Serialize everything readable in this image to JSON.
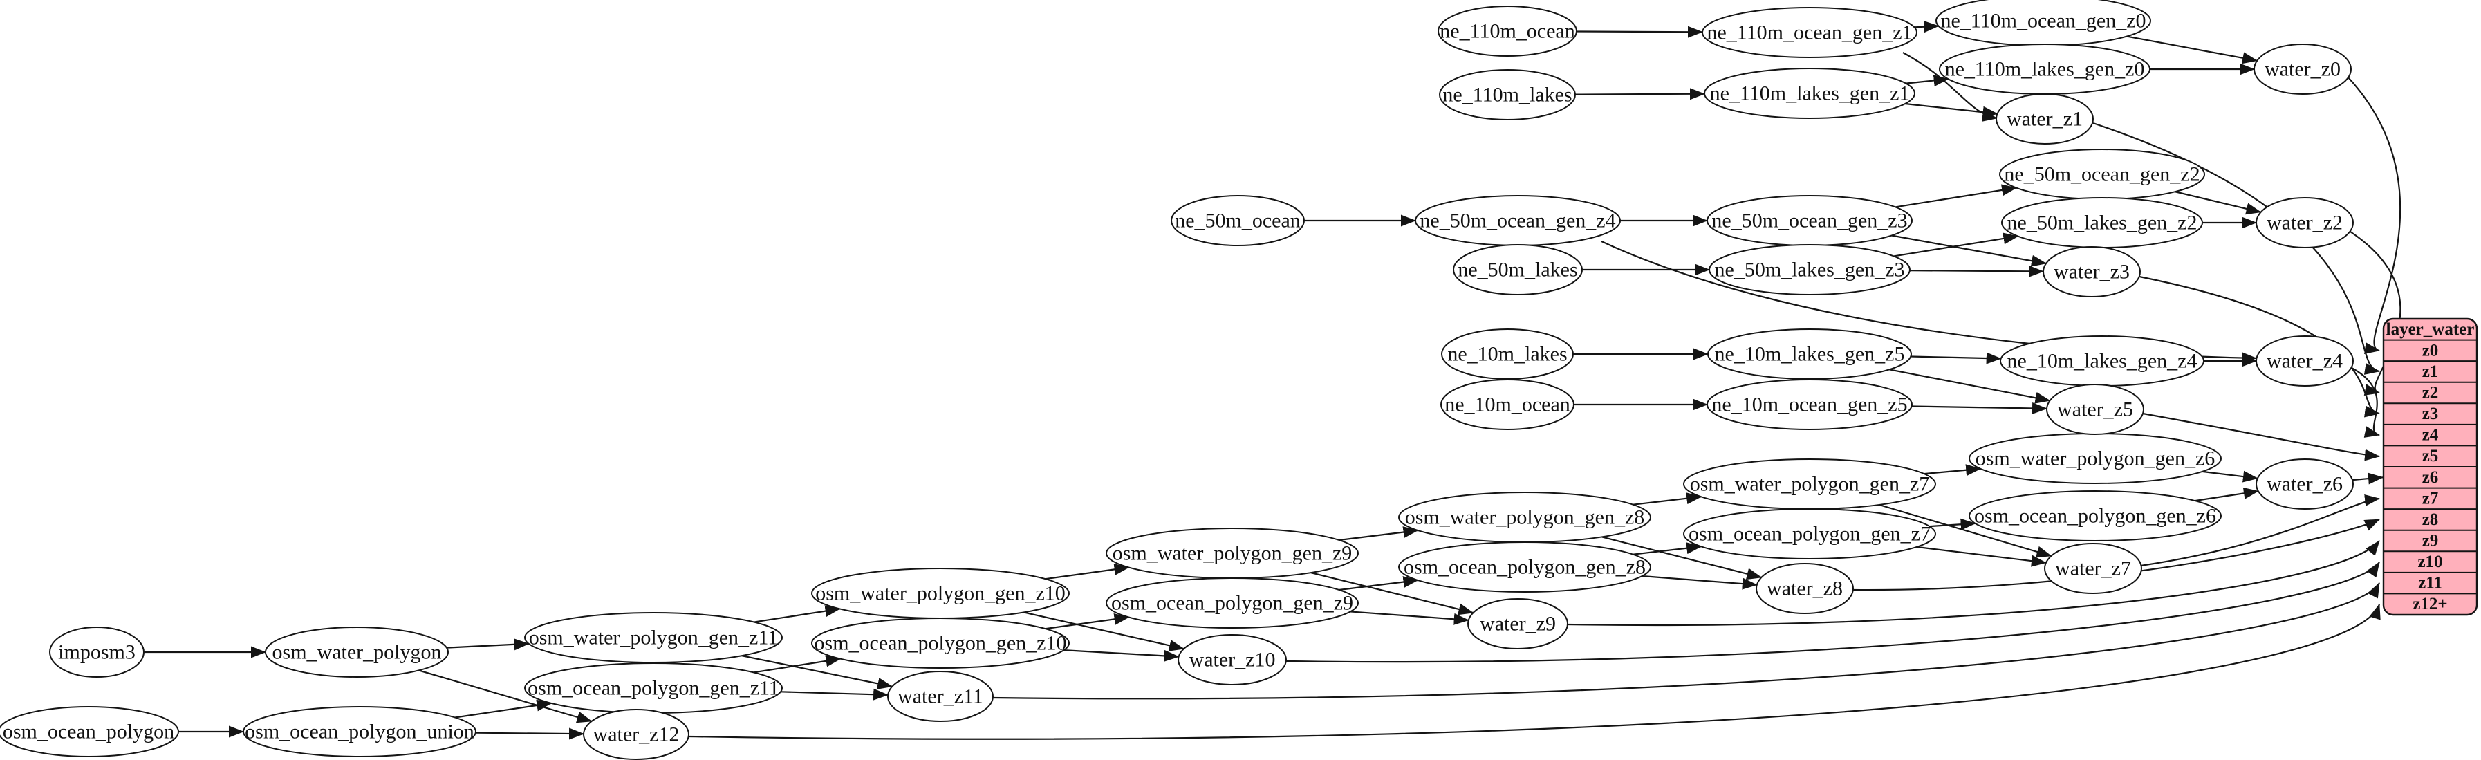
{
  "diagram": {
    "background_color": "#ffffff",
    "node_fill": "#ffffff",
    "node_stroke": "#141414",
    "edge_color": "#141414",
    "nodes": [
      {
        "id": "imposm3",
        "label": "imposm3"
      },
      {
        "id": "osm_water_polygon",
        "label": "osm_water_polygon"
      },
      {
        "id": "osm_ocean_polygon",
        "label": "osm_ocean_polygon"
      },
      {
        "id": "osm_ocean_polygon_union",
        "label": "osm_ocean_polygon_union"
      },
      {
        "id": "osm_water_polygon_gen_z11",
        "label": "osm_water_polygon_gen_z11"
      },
      {
        "id": "osm_ocean_polygon_gen_z11",
        "label": "osm_ocean_polygon_gen_z11"
      },
      {
        "id": "osm_water_polygon_gen_z10",
        "label": "osm_water_polygon_gen_z10"
      },
      {
        "id": "osm_ocean_polygon_gen_z10",
        "label": "osm_ocean_polygon_gen_z10"
      },
      {
        "id": "osm_water_polygon_gen_z9",
        "label": "osm_water_polygon_gen_z9"
      },
      {
        "id": "osm_ocean_polygon_gen_z9",
        "label": "osm_ocean_polygon_gen_z9"
      },
      {
        "id": "osm_water_polygon_gen_z8",
        "label": "osm_water_polygon_gen_z8"
      },
      {
        "id": "osm_ocean_polygon_gen_z8",
        "label": "osm_ocean_polygon_gen_z8"
      },
      {
        "id": "osm_water_polygon_gen_z7",
        "label": "osm_water_polygon_gen_z7"
      },
      {
        "id": "osm_ocean_polygon_gen_z7",
        "label": "osm_ocean_polygon_gen_z7"
      },
      {
        "id": "osm_water_polygon_gen_z6",
        "label": "osm_water_polygon_gen_z6"
      },
      {
        "id": "osm_ocean_polygon_gen_z6",
        "label": "osm_ocean_polygon_gen_z6"
      },
      {
        "id": "ne_110m_ocean",
        "label": "ne_110m_ocean"
      },
      {
        "id": "ne_110m_ocean_gen_z1",
        "label": "ne_110m_ocean_gen_z1"
      },
      {
        "id": "ne_110m_ocean_gen_z0",
        "label": "ne_110m_ocean_gen_z0"
      },
      {
        "id": "ne_110m_lakes",
        "label": "ne_110m_lakes"
      },
      {
        "id": "ne_110m_lakes_gen_z1",
        "label": "ne_110m_lakes_gen_z1"
      },
      {
        "id": "ne_110m_lakes_gen_z0",
        "label": "ne_110m_lakes_gen_z0"
      },
      {
        "id": "ne_50m_ocean",
        "label": "ne_50m_ocean"
      },
      {
        "id": "ne_50m_ocean_gen_z4",
        "label": "ne_50m_ocean_gen_z4"
      },
      {
        "id": "ne_50m_ocean_gen_z3",
        "label": "ne_50m_ocean_gen_z3"
      },
      {
        "id": "ne_50m_ocean_gen_z2",
        "label": "ne_50m_ocean_gen_z2"
      },
      {
        "id": "ne_50m_lakes",
        "label": "ne_50m_lakes"
      },
      {
        "id": "ne_50m_lakes_gen_z3",
        "label": "ne_50m_lakes_gen_z3"
      },
      {
        "id": "ne_50m_lakes_gen_z2",
        "label": "ne_50m_lakes_gen_z2"
      },
      {
        "id": "ne_10m_lakes",
        "label": "ne_10m_lakes"
      },
      {
        "id": "ne_10m_lakes_gen_z5",
        "label": "ne_10m_lakes_gen_z5"
      },
      {
        "id": "ne_10m_lakes_gen_z4",
        "label": "ne_10m_lakes_gen_z4"
      },
      {
        "id": "ne_10m_ocean",
        "label": "ne_10m_ocean"
      },
      {
        "id": "ne_10m_ocean_gen_z5",
        "label": "ne_10m_ocean_gen_z5"
      },
      {
        "id": "water_z0",
        "label": "water_z0"
      },
      {
        "id": "water_z1",
        "label": "water_z1"
      },
      {
        "id": "water_z2",
        "label": "water_z2"
      },
      {
        "id": "water_z3",
        "label": "water_z3"
      },
      {
        "id": "water_z4",
        "label": "water_z4"
      },
      {
        "id": "water_z5",
        "label": "water_z5"
      },
      {
        "id": "water_z6",
        "label": "water_z6"
      },
      {
        "id": "water_z7",
        "label": "water_z7"
      },
      {
        "id": "water_z8",
        "label": "water_z8"
      },
      {
        "id": "water_z9",
        "label": "water_z9"
      },
      {
        "id": "water_z10",
        "label": "water_z10"
      },
      {
        "id": "water_z11",
        "label": "water_z11"
      },
      {
        "id": "water_z12",
        "label": "water_z12"
      }
    ],
    "record": {
      "title": "layer_water",
      "rows": [
        "z0",
        "z1",
        "z2",
        "z3",
        "z4",
        "z5",
        "z6",
        "z7",
        "z8",
        "z9",
        "z10",
        "z11",
        "z12+"
      ],
      "fill": "#ffb0bb",
      "stroke": "#141414"
    },
    "edges": [
      [
        "ne_110m_ocean",
        "ne_110m_ocean_gen_z1"
      ],
      [
        "ne_110m_ocean_gen_z1",
        "ne_110m_ocean_gen_z0"
      ],
      [
        "ne_110m_ocean_gen_z1",
        "water_z1"
      ],
      [
        "ne_110m_lakes",
        "ne_110m_lakes_gen_z1"
      ],
      [
        "ne_110m_lakes_gen_z1",
        "ne_110m_lakes_gen_z0"
      ],
      [
        "ne_110m_lakes_gen_z1",
        "water_z1"
      ],
      [
        "ne_110m_ocean_gen_z0",
        "water_z0"
      ],
      [
        "ne_110m_lakes_gen_z0",
        "water_z0"
      ],
      [
        "ne_50m_ocean",
        "ne_50m_ocean_gen_z4"
      ],
      [
        "ne_50m_ocean_gen_z4",
        "ne_50m_ocean_gen_z3"
      ],
      [
        "ne_50m_ocean_gen_z4",
        "water_z4"
      ],
      [
        "ne_50m_ocean_gen_z3",
        "ne_50m_ocean_gen_z2"
      ],
      [
        "ne_50m_ocean_gen_z3",
        "water_z3"
      ],
      [
        "ne_50m_lakes",
        "ne_50m_lakes_gen_z3"
      ],
      [
        "ne_50m_lakes_gen_z3",
        "ne_50m_lakes_gen_z2"
      ],
      [
        "ne_50m_lakes_gen_z3",
        "water_z3"
      ],
      [
        "ne_50m_ocean_gen_z2",
        "water_z2"
      ],
      [
        "ne_50m_lakes_gen_z2",
        "water_z2"
      ],
      [
        "ne_10m_lakes",
        "ne_10m_lakes_gen_z5"
      ],
      [
        "ne_10m_lakes_gen_z5",
        "ne_10m_lakes_gen_z4"
      ],
      [
        "ne_10m_lakes_gen_z5",
        "water_z5"
      ],
      [
        "ne_10m_lakes_gen_z4",
        "water_z4"
      ],
      [
        "ne_10m_ocean",
        "ne_10m_ocean_gen_z5"
      ],
      [
        "ne_10m_ocean_gen_z5",
        "water_z5"
      ],
      [
        "imposm3",
        "osm_water_polygon"
      ],
      [
        "osm_water_polygon",
        "osm_water_polygon_gen_z11"
      ],
      [
        "osm_water_polygon",
        "water_z12"
      ],
      [
        "osm_ocean_polygon",
        "osm_ocean_polygon_union"
      ],
      [
        "osm_ocean_polygon_union",
        "osm_ocean_polygon_gen_z11"
      ],
      [
        "osm_ocean_polygon_union",
        "water_z12"
      ],
      [
        "osm_water_polygon_gen_z11",
        "osm_water_polygon_gen_z10"
      ],
      [
        "osm_water_polygon_gen_z11",
        "water_z11"
      ],
      [
        "osm_ocean_polygon_gen_z11",
        "osm_ocean_polygon_gen_z10"
      ],
      [
        "osm_ocean_polygon_gen_z11",
        "water_z11"
      ],
      [
        "osm_water_polygon_gen_z10",
        "osm_water_polygon_gen_z9"
      ],
      [
        "osm_water_polygon_gen_z10",
        "water_z10"
      ],
      [
        "osm_ocean_polygon_gen_z10",
        "osm_ocean_polygon_gen_z9"
      ],
      [
        "osm_ocean_polygon_gen_z10",
        "water_z10"
      ],
      [
        "osm_water_polygon_gen_z9",
        "osm_water_polygon_gen_z8"
      ],
      [
        "osm_water_polygon_gen_z9",
        "water_z9"
      ],
      [
        "osm_ocean_polygon_gen_z9",
        "osm_ocean_polygon_gen_z8"
      ],
      [
        "osm_ocean_polygon_gen_z9",
        "water_z9"
      ],
      [
        "osm_water_polygon_gen_z8",
        "osm_water_polygon_gen_z7"
      ],
      [
        "osm_water_polygon_gen_z8",
        "water_z8"
      ],
      [
        "osm_ocean_polygon_gen_z8",
        "osm_ocean_polygon_gen_z7"
      ],
      [
        "osm_ocean_polygon_gen_z8",
        "water_z8"
      ],
      [
        "osm_water_polygon_gen_z7",
        "osm_water_polygon_gen_z6"
      ],
      [
        "osm_water_polygon_gen_z7",
        "water_z7"
      ],
      [
        "osm_ocean_polygon_gen_z7",
        "osm_ocean_polygon_gen_z6"
      ],
      [
        "osm_ocean_polygon_gen_z7",
        "water_z7"
      ],
      [
        "osm_water_polygon_gen_z6",
        "water_z6"
      ],
      [
        "osm_ocean_polygon_gen_z6",
        "water_z6"
      ],
      [
        "water_z0",
        "layer_water:z0"
      ],
      [
        "water_z1",
        "layer_water:z1"
      ],
      [
        "water_z2",
        "layer_water:z2"
      ],
      [
        "water_z3",
        "layer_water:z3"
      ],
      [
        "water_z4",
        "layer_water:z4"
      ],
      [
        "water_z5",
        "layer_water:z5"
      ],
      [
        "water_z6",
        "layer_water:z6"
      ],
      [
        "water_z7",
        "layer_water:z7"
      ],
      [
        "water_z8",
        "layer_water:z8"
      ],
      [
        "water_z9",
        "layer_water:z9"
      ],
      [
        "water_z10",
        "layer_water:z10"
      ],
      [
        "water_z11",
        "layer_water:z11"
      ],
      [
        "water_z12",
        "layer_water:z12+"
      ]
    ]
  }
}
